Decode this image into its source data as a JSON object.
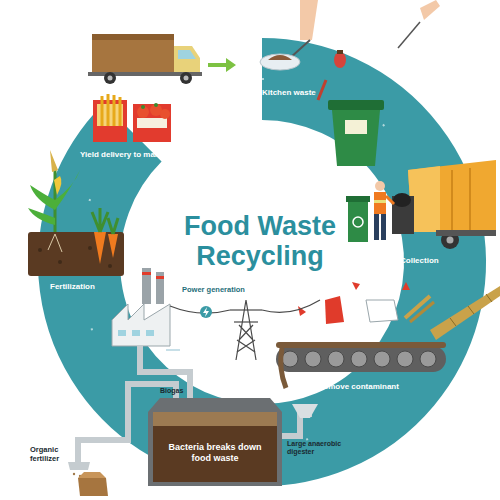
{
  "diagram": {
    "title": "Food Waste Recycling",
    "nodes": [
      {
        "text": [
          "Bacteria breaks down food waste"
        ]
      }
    ],
    "labels": [
      "Kitchen waste",
      "Collection",
      "Remove contaminant",
      "Biogas",
      "Large anaerobic digester",
      "Organic fertilizer",
      "Power generation",
      "Fertilization",
      "Yield delivery to market"
    ]
  }
}
